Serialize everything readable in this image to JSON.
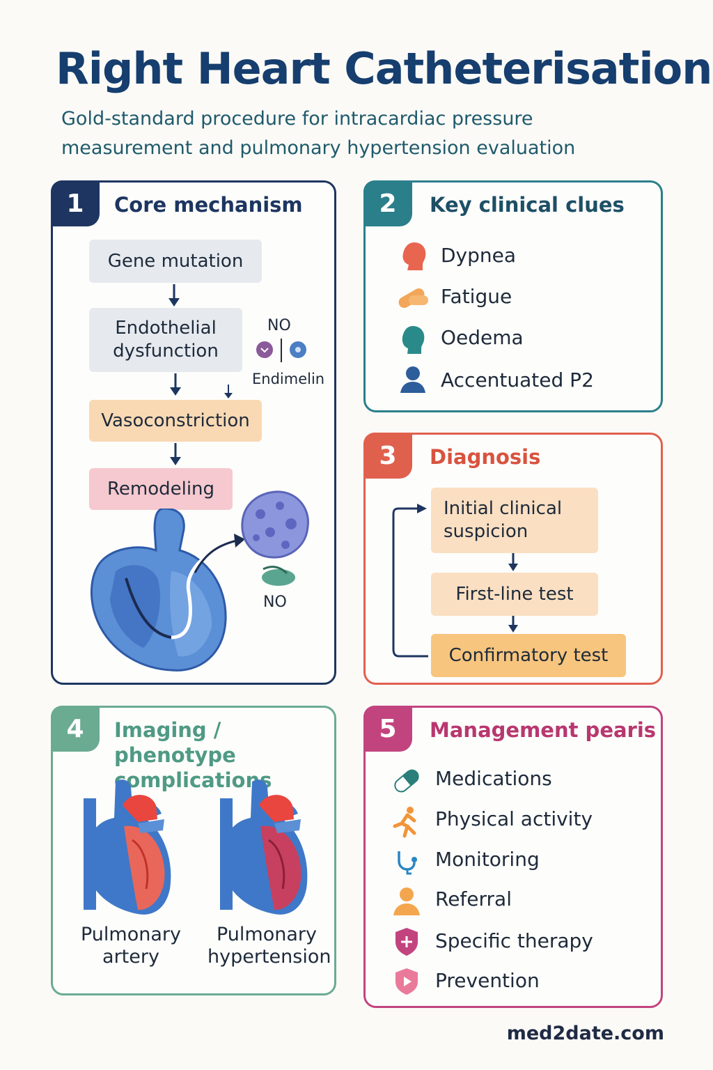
{
  "header": {
    "title": "Right Heart Catheterisation",
    "subtitle": "Gold-standard procedure for intracardiac pressure measurement and pulmonary hypertension evaluation"
  },
  "panels": {
    "p1": {
      "number": "1",
      "title": "Core mechanism",
      "steps": [
        "Gene mutation",
        "Endothelial dysfunction",
        "Vasoconstriction",
        "Remodeling"
      ],
      "labels": {
        "no_top": "NO",
        "endimelin": "Endimelin",
        "no_bottom": "NO"
      }
    },
    "p2": {
      "number": "2",
      "title": "Key clinical clues",
      "items": [
        "Dypnea",
        "Fatigue",
        "Oedema",
        "Accentuated P2"
      ]
    },
    "p3": {
      "number": "3",
      "title": "Diagnosis",
      "steps": [
        "Initial clinical suspicion",
        "First-line test",
        "Confirmatory test"
      ]
    },
    "p4": {
      "number": "4",
      "title": "Imaging / phenotype complications",
      "captions": [
        "Pulmonary artery",
        "Pulmonary hypertension"
      ]
    },
    "p5": {
      "number": "5",
      "title": "Management pearis",
      "items": [
        "Medications",
        "Physical activity",
        "Monitoring",
        "Referral",
        "Specific therapy",
        "Prevention"
      ]
    }
  },
  "footer": {
    "site": "med2date.com"
  },
  "colors": {
    "navy": "#1d3560",
    "teal": "#2a7f8a",
    "coral": "#e0604e",
    "green": "#6bab92",
    "magenta": "#c2447f"
  }
}
